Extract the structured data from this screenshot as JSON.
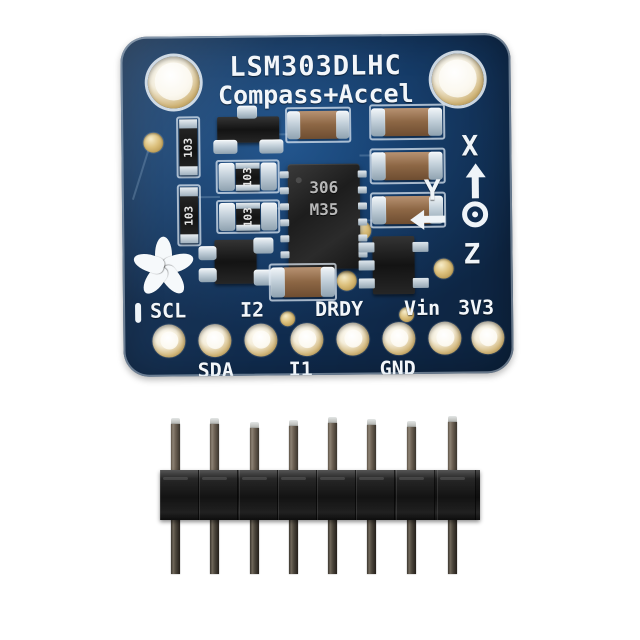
{
  "scene": {
    "background_color": "#ffffff",
    "subject": "adafruit-lsm303dlhc-breakout-board-with-header"
  },
  "board": {
    "pcb_color": "#17406f",
    "silkscreen_color": "#f2f6fa",
    "pad_color": "#d0b476",
    "title_line1": "LSM303DLHC",
    "title_line2": "Compass+Accel",
    "logo_name": "adafruit-flower-logo",
    "pin_labels_top": [
      "SCL",
      "I2",
      "DRDY",
      "Vin",
      "3V3"
    ],
    "pin_labels_bottom": [
      "SDA",
      "I1",
      "GND"
    ],
    "pin_pad_count": 8,
    "mounting_hole_count": 2,
    "axis_markers": [
      {
        "label": "X",
        "direction": "up"
      },
      {
        "label": "Y",
        "direction": "left"
      },
      {
        "label": "Z",
        "direction": "out-of-plane"
      }
    ]
  },
  "components": {
    "ic": {
      "name": "lsm303dlhc-sensor-ic",
      "marking_line1": "306",
      "marking_line2": "M35",
      "package": "LGA"
    },
    "resistors": [
      {
        "marking": "103"
      },
      {
        "marking": "103"
      },
      {
        "marking": "103"
      },
      {
        "marking": "103"
      }
    ],
    "capacitor_count": 5,
    "regulator_package": "SOT-23-5",
    "transistor_package": "SOT-23"
  },
  "header": {
    "name": "male-pin-header-strip",
    "pin_count": 8,
    "body_color": "#141414",
    "pin_color": "#6b6053"
  }
}
